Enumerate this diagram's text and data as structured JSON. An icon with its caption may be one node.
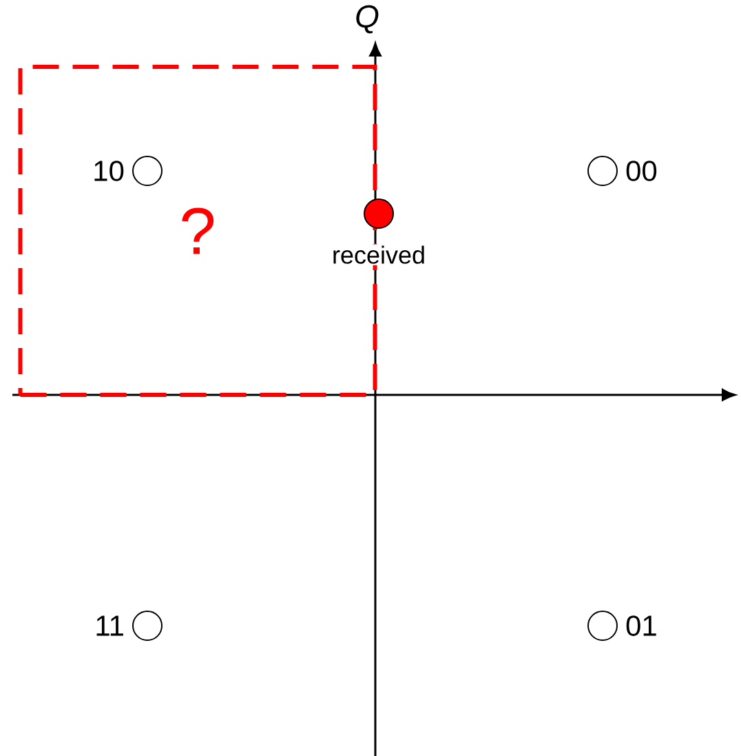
{
  "diagram": {
    "nodes": [
      {
        "text": [
          "?"
        ]
      },
      {
        "text": [],
        "shape": "circle",
        "beside": [
          "10"
        ],
        "in": 0
      },
      {
        "text": [],
        "shape": "circle",
        "beside": [
          "00"
        ]
      },
      {
        "text": [],
        "shape": "circle",
        "beside": [
          "received"
        ]
      },
      {
        "text": [],
        "shape": "circle",
        "beside": [
          "11"
        ]
      },
      {
        "text": [],
        "shape": "circle",
        "beside": [
          "01"
        ]
      }
    ],
    "edges": [],
    "labels": [
      "Q"
    ]
  }
}
